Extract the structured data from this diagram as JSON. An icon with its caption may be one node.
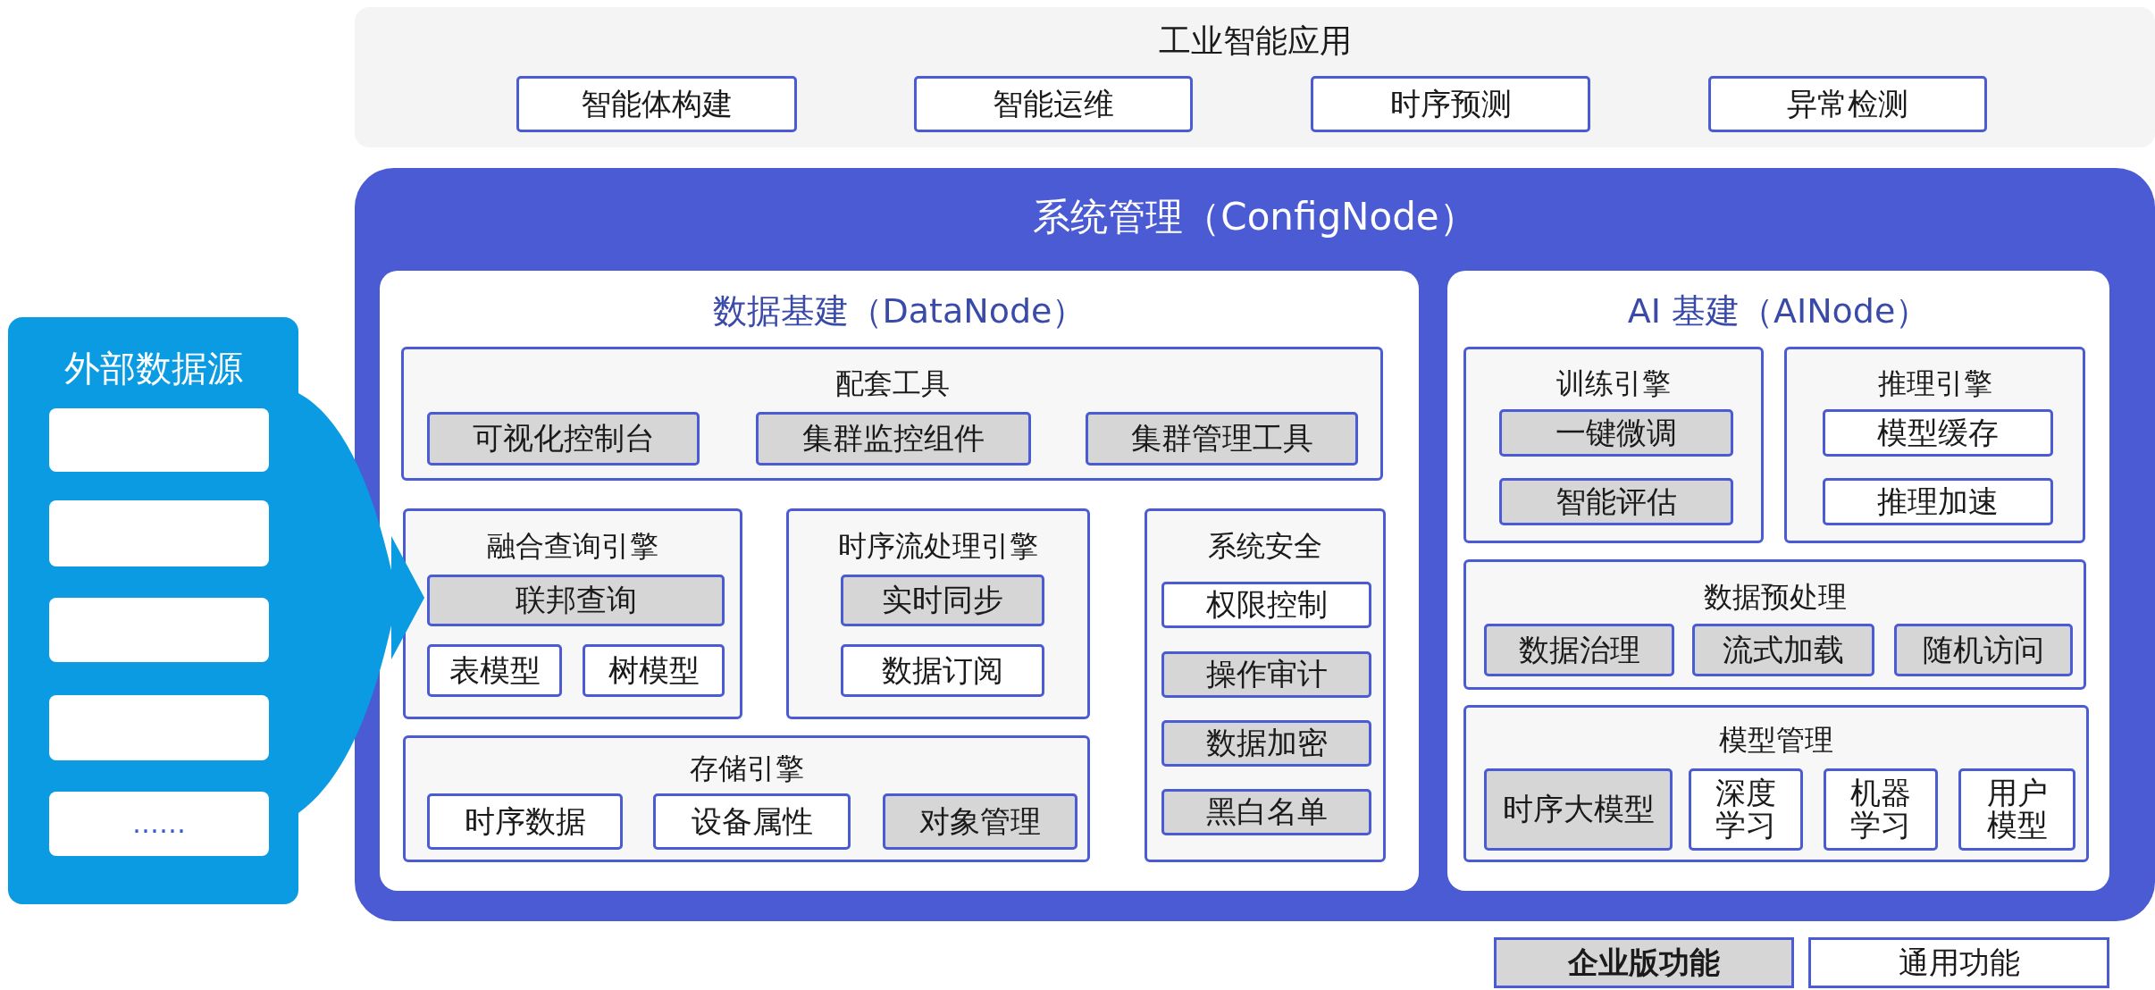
{
  "diagram": {
    "nodes": [
      {
        "text": [
          "工业智能应用"
        ]
      },
      {
        "text": [
          "智能体构建"
        ],
        "in": 0
      },
      {
        "text": [
          "智能运维"
        ],
        "in": 0
      },
      {
        "text": [
          "时序预测"
        ],
        "in": 0
      },
      {
        "text": [
          "异常检测"
        ],
        "in": 0
      },
      {
        "text": [
          "系统管理（ConfigNode）"
        ]
      },
      {
        "text": [
          "数据基建（DataNode）"
        ],
        "in": 5
      },
      {
        "text": [
          "配套工具"
        ],
        "in": 6
      },
      {
        "text": [
          "可视化控制台"
        ],
        "in": 7
      },
      {
        "text": [
          "集群监控组件"
        ],
        "in": 7
      },
      {
        "text": [
          "集群管理工具"
        ],
        "in": 7
      },
      {
        "text": [
          "融合查询引擎"
        ],
        "in": 6
      },
      {
        "text": [
          "联邦查询"
        ],
        "in": 11
      },
      {
        "text": [
          "表模型"
        ],
        "in": 11
      },
      {
        "text": [
          "树模型"
        ],
        "in": 11
      },
      {
        "text": [
          "时序流处理引擎"
        ],
        "in": 6
      },
      {
        "text": [
          "实时同步"
        ],
        "in": 15
      },
      {
        "text": [
          "数据订阅"
        ],
        "in": 15
      },
      {
        "text": [
          "系统安全"
        ],
        "in": 6
      },
      {
        "text": [
          "权限控制"
        ],
        "in": 18
      },
      {
        "text": [
          "操作审计"
        ],
        "in": 18
      },
      {
        "text": [
          "数据加密"
        ],
        "in": 18
      },
      {
        "text": [
          "黑白名单"
        ],
        "in": 18
      },
      {
        "text": [
          "存储引擎"
        ],
        "in": 6
      },
      {
        "text": [
          "时序数据"
        ],
        "in": 23
      },
      {
        "text": [
          "设备属性"
        ],
        "in": 23
      },
      {
        "text": [
          "对象管理"
        ],
        "in": 23
      },
      {
        "text": [
          "AI 基建（AINode）"
        ],
        "in": 5
      },
      {
        "text": [
          "训练引擎"
        ],
        "in": 27
      },
      {
        "text": [
          "一键微调"
        ],
        "in": 28
      },
      {
        "text": [
          "智能评估"
        ],
        "in": 28
      },
      {
        "text": [
          "推理引擎"
        ],
        "in": 27
      },
      {
        "text": [
          "模型缓存"
        ],
        "in": 31
      },
      {
        "text": [
          "推理加速"
        ],
        "in": 31
      },
      {
        "text": [
          "数据预处理"
        ],
        "in": 27
      },
      {
        "text": [
          "数据治理"
        ],
        "in": 34
      },
      {
        "text": [
          "流式加载"
        ],
        "in": 34
      },
      {
        "text": [
          "随机访问"
        ],
        "in": 34
      },
      {
        "text": [
          "模型管理"
        ],
        "in": 27
      },
      {
        "text": [
          "时序大模型"
        ],
        "in": 38
      },
      {
        "text": [
          "深度学习"
        ],
        "in": 38
      },
      {
        "text": [
          "机器学习"
        ],
        "in": 38
      },
      {
        "text": [
          "用户模型"
        ],
        "in": 38
      },
      {
        "text": [
          "外部数据源"
        ]
      },
      {
        "text": [],
        "shape": "box",
        "in": 43
      },
      {
        "text": [],
        "shape": "box",
        "in": 43
      },
      {
        "text": [],
        "shape": "box",
        "in": 43
      },
      {
        "text": [],
        "shape": "box",
        "in": 43
      },
      {
        "text": [
          "……"
        ],
        "in": 43
      }
    ],
    "edges": [
      {
        "from": 43,
        "to": 12,
        "arrow": "to"
      }
    ],
    "legend": [
      {
        "text": "企业版功能",
        "color": "#d6d6d6"
      },
      {
        "text": "通用功能",
        "color": "#ffffff"
      }
    ]
  }
}
